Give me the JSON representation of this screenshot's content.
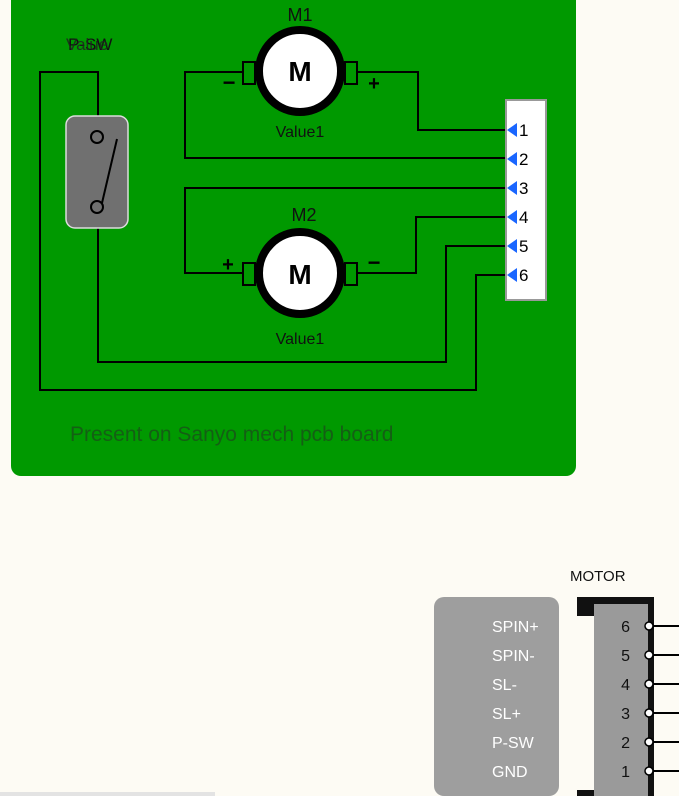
{
  "schematic": {
    "board": {
      "note": "Present on Sanyo mech pcb board",
      "background": "#009900",
      "switch": {
        "ref": "P-SW",
        "value": "Value"
      },
      "motors": [
        {
          "ref": "M1",
          "symbol": "M",
          "value": "Value1",
          "minus": "−",
          "plus": "+"
        },
        {
          "ref": "M2",
          "symbol": "M",
          "value": "Value1",
          "minus": "−",
          "plus": "+"
        }
      ],
      "connector_pins": [
        "1",
        "2",
        "3",
        "4",
        "5",
        "6"
      ],
      "pin_arrow_color": "#1a66ff"
    },
    "motor_header": {
      "title": "MOTOR",
      "pins": [
        {
          "number": "6",
          "signal": "SPIN+"
        },
        {
          "number": "5",
          "signal": "SPIN-"
        },
        {
          "number": "4",
          "signal": "SL-"
        },
        {
          "number": "3",
          "signal": "SL+"
        },
        {
          "number": "2",
          "signal": "P-SW"
        },
        {
          "number": "1",
          "signal": "GND"
        }
      ],
      "label_panel_color": "#9e9e9e"
    }
  }
}
